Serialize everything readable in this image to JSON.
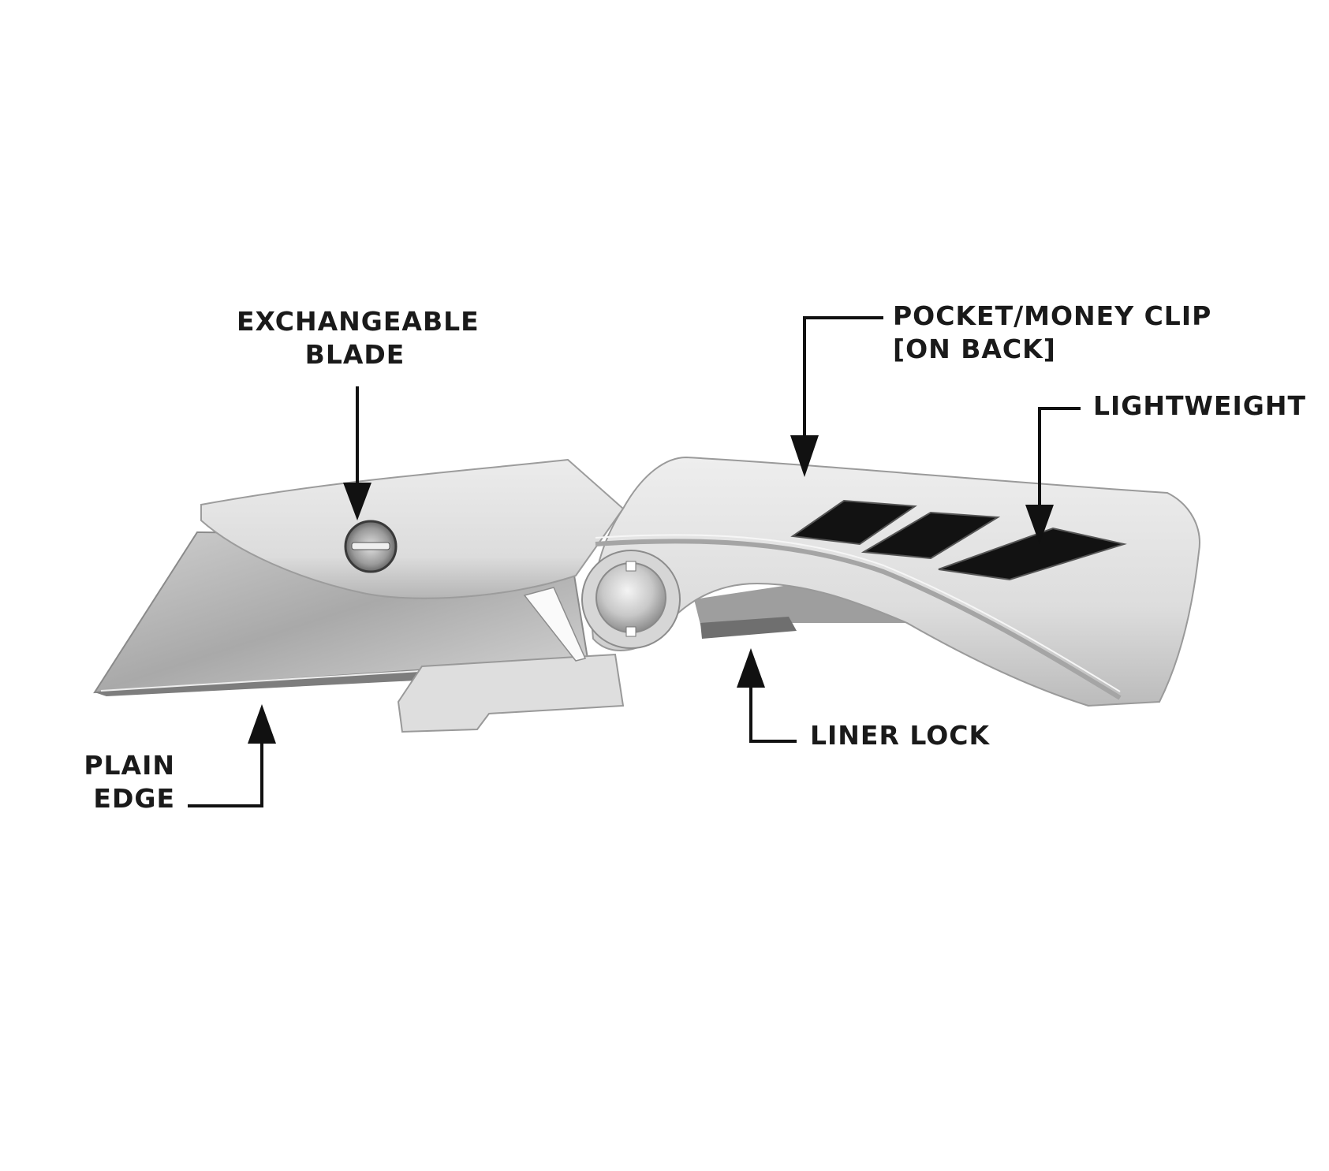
{
  "callouts": {
    "exchangeable_blade": {
      "line1": "EXCHANGEABLE",
      "line2": "BLADE"
    },
    "pocket_clip": {
      "line1": "POCKET/MONEY CLIP",
      "line2": "[ON BACK]"
    },
    "lightweight": {
      "line1": "LIGHTWEIGHT"
    },
    "liner_lock": {
      "line1": "LINER LOCK"
    },
    "plain_edge": {
      "line1": "PLAIN",
      "line2": "EDGE"
    }
  },
  "colors": {
    "background": "#ffffff",
    "ink": "#1a1a1a",
    "steel_light": "#e4e4e4",
    "steel_mid": "#bdbdbd",
    "steel_dark": "#8a8a8a",
    "cutout": "#121212"
  }
}
